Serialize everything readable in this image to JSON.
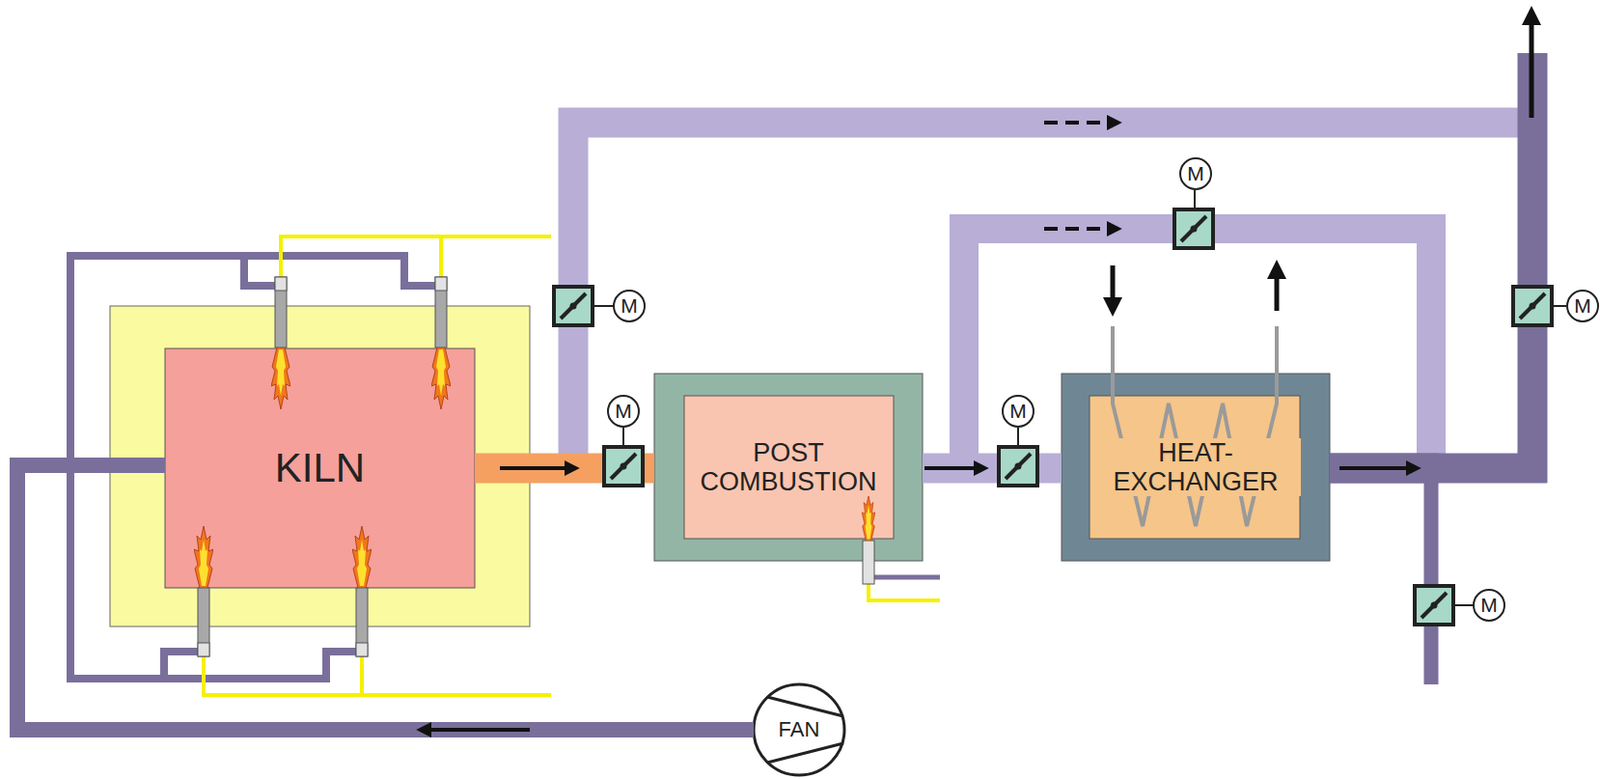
{
  "diagram": {
    "nodes": [
      {
        "text": [
          "KILN"
        ]
      },
      {
        "text": [
          "POST COMBUSTION"
        ]
      },
      {
        "text": [
          "HEAT-EXCHANGER"
        ]
      },
      {
        "text": [
          "FAN"
        ]
      }
    ],
    "edges": [
      {
        "from": 0,
        "to": 1,
        "arrow": "to"
      },
      {
        "from": 1,
        "to": 2,
        "arrow": "to"
      },
      {
        "from": 2,
        "to": 3,
        "arrow": "to"
      },
      {
        "from": 3,
        "to": 0,
        "arrow": "to"
      }
    ],
    "labels": [
      "M",
      "M",
      "M",
      "M",
      "M",
      "M"
    ]
  }
}
